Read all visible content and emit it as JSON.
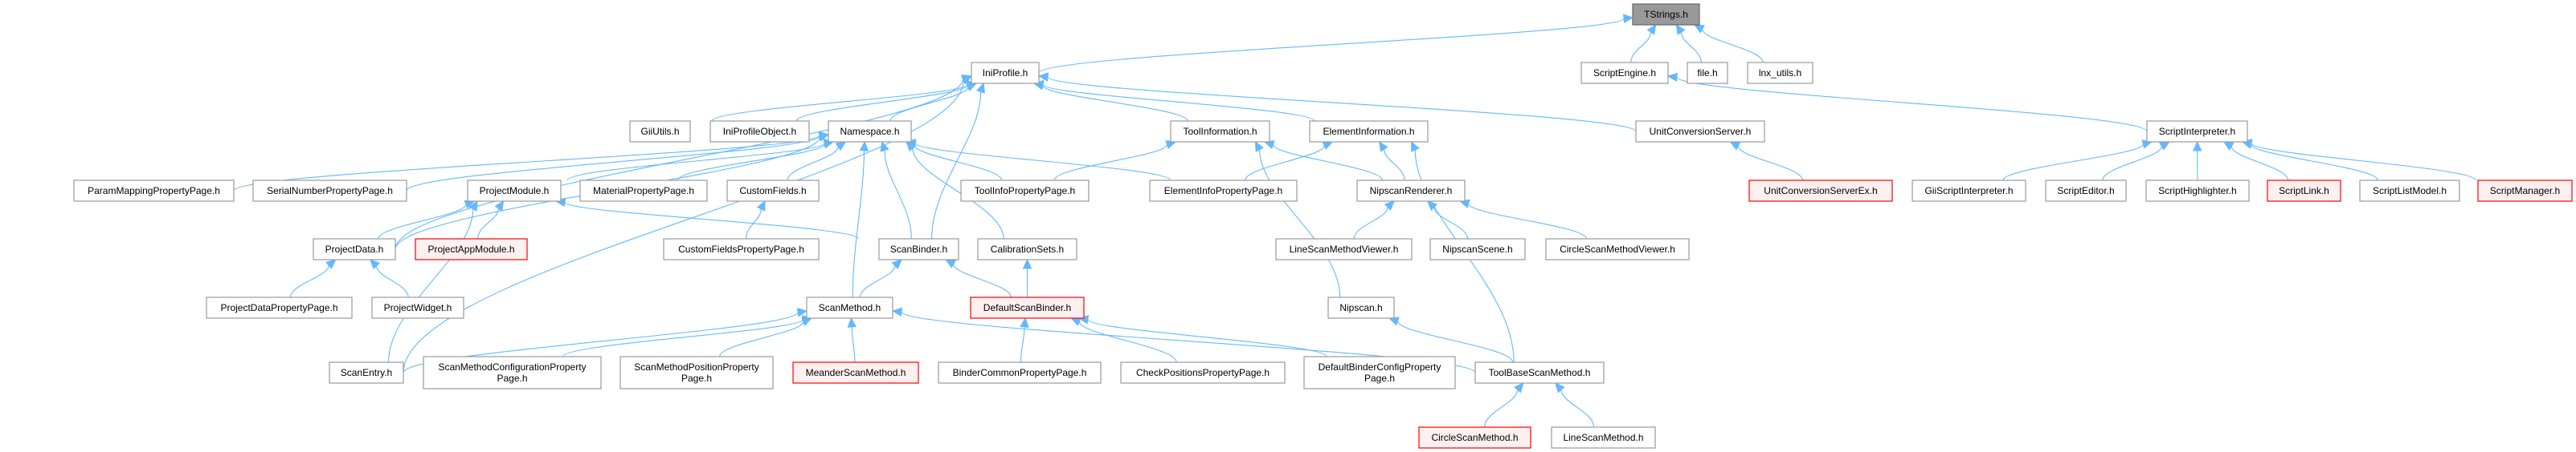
{
  "graph": {
    "title": "TStrings.h",
    "colors": {
      "edge": "#63b8ff",
      "node_border": "#999999",
      "node_fill": "#ffffff",
      "root_fill": "#999999",
      "root_border": "#666666",
      "truncated_border": "#ff0000",
      "truncated_fill": "#fff0f0"
    },
    "nodes": [
      {
        "id": "TStrings",
        "label": [
          "TStrings.h"
        ],
        "style": "root"
      },
      {
        "id": "IniProfile",
        "label": [
          "IniProfile.h"
        ]
      },
      {
        "id": "ScriptEngine",
        "label": [
          "ScriptEngine.h"
        ]
      },
      {
        "id": "file",
        "label": [
          "file.h"
        ]
      },
      {
        "id": "lnx_utils",
        "label": [
          "lnx_utils.h"
        ]
      },
      {
        "id": "GiiUtils",
        "label": [
          "GiiUtils.h"
        ]
      },
      {
        "id": "IniProfileObject",
        "label": [
          "IniProfileObject.h"
        ]
      },
      {
        "id": "Namespace",
        "label": [
          "Namespace.h"
        ]
      },
      {
        "id": "ToolInformation",
        "label": [
          "ToolInformation.h"
        ]
      },
      {
        "id": "ElementInformation",
        "label": [
          "ElementInformation.h"
        ]
      },
      {
        "id": "UnitConversionServer",
        "label": [
          "UnitConversionServer.h"
        ]
      },
      {
        "id": "ScriptInterpreter",
        "label": [
          "ScriptInterpreter.h"
        ]
      },
      {
        "id": "ParamMappingPropertyPage",
        "label": [
          "ParamMappingPropertyPage.h"
        ]
      },
      {
        "id": "SerialNumberPropertyPage",
        "label": [
          "SerialNumberPropertyPage.h"
        ]
      },
      {
        "id": "ProjectModule",
        "label": [
          "ProjectModule.h"
        ]
      },
      {
        "id": "MaterialPropertyPage",
        "label": [
          "MaterialPropertyPage.h"
        ]
      },
      {
        "id": "CustomFields",
        "label": [
          "CustomFields.h"
        ]
      },
      {
        "id": "ToolInfoPropertyPage",
        "label": [
          "ToolInfoPropertyPage.h"
        ]
      },
      {
        "id": "ElementInfoPropertyPage",
        "label": [
          "ElementInfoPropertyPage.h"
        ]
      },
      {
        "id": "NipscanRenderer",
        "label": [
          "NipscanRenderer.h"
        ]
      },
      {
        "id": "UnitConversionServerEx",
        "label": [
          "UnitConversionServerEx.h"
        ],
        "style": "truncated"
      },
      {
        "id": "GiiScriptInterpreter",
        "label": [
          "GiiScriptInterpreter.h"
        ]
      },
      {
        "id": "ScriptEditor",
        "label": [
          "ScriptEditor.h"
        ]
      },
      {
        "id": "ScriptHighlighter",
        "label": [
          "ScriptHighlighter.h"
        ]
      },
      {
        "id": "ScriptLink",
        "label": [
          "ScriptLink.h"
        ],
        "style": "truncated"
      },
      {
        "id": "ScriptListModel",
        "label": [
          "ScriptListModel.h"
        ]
      },
      {
        "id": "ScriptManager",
        "label": [
          "ScriptManager.h"
        ],
        "style": "truncated"
      },
      {
        "id": "ProjectData",
        "label": [
          "ProjectData.h"
        ]
      },
      {
        "id": "ProjectAppModule",
        "label": [
          "ProjectAppModule.h"
        ],
        "style": "truncated"
      },
      {
        "id": "CustomFieldsPropertyPage",
        "label": [
          "CustomFieldsPropertyPage.h"
        ]
      },
      {
        "id": "ScanBinder",
        "label": [
          "ScanBinder.h"
        ]
      },
      {
        "id": "CalibrationSets",
        "label": [
          "CalibrationSets.h"
        ]
      },
      {
        "id": "LineScanMethodViewer",
        "label": [
          "LineScanMethodViewer.h"
        ]
      },
      {
        "id": "NipscanScene",
        "label": [
          "NipscanScene.h"
        ]
      },
      {
        "id": "CircleScanMethodViewer",
        "label": [
          "CircleScanMethodViewer.h"
        ]
      },
      {
        "id": "ProjectDataPropertyPage",
        "label": [
          "ProjectDataPropertyPage.h"
        ]
      },
      {
        "id": "ProjectWidget",
        "label": [
          "ProjectWidget.h"
        ]
      },
      {
        "id": "ScanMethod",
        "label": [
          "ScanMethod.h"
        ]
      },
      {
        "id": "DefaultScanBinder",
        "label": [
          "DefaultScanBinder.h"
        ],
        "style": "truncated"
      },
      {
        "id": "Nipscan",
        "label": [
          "Nipscan.h"
        ]
      },
      {
        "id": "ScanEntry",
        "label": [
          "ScanEntry.h"
        ]
      },
      {
        "id": "ScanMethodConfigurationPropertyPage",
        "label": [
          "ScanMethodConfigurationProperty",
          "Page.h"
        ]
      },
      {
        "id": "ScanMethodPositionPropertyPage",
        "label": [
          "ScanMethodPositionProperty",
          "Page.h"
        ]
      },
      {
        "id": "MeanderScanMethod",
        "label": [
          "MeanderScanMethod.h"
        ],
        "style": "truncated"
      },
      {
        "id": "BinderCommonPropertyPage",
        "label": [
          "BinderCommonPropertyPage.h"
        ]
      },
      {
        "id": "CheckPositionsPropertyPage",
        "label": [
          "CheckPositionsPropertyPage.h"
        ]
      },
      {
        "id": "DefaultBinderConfigPropertyPage",
        "label": [
          "DefaultBinderConfigProperty",
          "Page.h"
        ]
      },
      {
        "id": "ToolBaseScanMethod",
        "label": [
          "ToolBaseScanMethod.h"
        ]
      },
      {
        "id": "CircleScanMethod",
        "label": [
          "CircleScanMethod.h"
        ],
        "style": "truncated"
      },
      {
        "id": "LineScanMethod",
        "label": [
          "LineScanMethod.h"
        ]
      }
    ],
    "edges": [
      [
        "IniProfile",
        "TStrings"
      ],
      [
        "ScriptEngine",
        "TStrings"
      ],
      [
        "file",
        "TStrings"
      ],
      [
        "lnx_utils",
        "TStrings"
      ],
      [
        "GiiUtils",
        "IniProfile"
      ],
      [
        "IniProfileObject",
        "IniProfile"
      ],
      [
        "Namespace",
        "IniProfile"
      ],
      [
        "ProjectData",
        "IniProfile"
      ],
      [
        "ScanEntry",
        "IniProfile"
      ],
      [
        "ToolInformation",
        "IniProfile"
      ],
      [
        "ElementInformation",
        "IniProfile"
      ],
      [
        "UnitConversionServer",
        "IniProfile"
      ],
      [
        "ScanBinder",
        "IniProfile"
      ],
      [
        "ScriptInterpreter",
        "ScriptEngine"
      ],
      [
        "ParamMappingPropertyPage",
        "Namespace"
      ],
      [
        "SerialNumberPropertyPage",
        "Namespace"
      ],
      [
        "ProjectModule",
        "Namespace"
      ],
      [
        "MaterialPropertyPage",
        "Namespace"
      ],
      [
        "CustomFields",
        "Namespace"
      ],
      [
        "ProjectData",
        "Namespace"
      ],
      [
        "ScanBinder",
        "Namespace"
      ],
      [
        "ScanMethod",
        "Namespace"
      ],
      [
        "CalibrationSets",
        "Namespace"
      ],
      [
        "ToolInfoPropertyPage",
        "Namespace"
      ],
      [
        "ElementInfoPropertyPage",
        "Namespace"
      ],
      [
        "ToolInfoPropertyPage",
        "ToolInformation"
      ],
      [
        "NipscanRenderer",
        "ToolInformation"
      ],
      [
        "Nipscan",
        "ToolInformation"
      ],
      [
        "ElementInfoPropertyPage",
        "ElementInformation"
      ],
      [
        "NipscanRenderer",
        "ElementInformation"
      ],
      [
        "ToolBaseScanMethod",
        "ElementInformation"
      ],
      [
        "UnitConversionServerEx",
        "UnitConversionServer"
      ],
      [
        "GiiScriptInterpreter",
        "ScriptInterpreter"
      ],
      [
        "ScriptEditor",
        "ScriptInterpreter"
      ],
      [
        "ScriptHighlighter",
        "ScriptInterpreter"
      ],
      [
        "ScriptLink",
        "ScriptInterpreter"
      ],
      [
        "ScriptListModel",
        "ScriptInterpreter"
      ],
      [
        "ScriptManager",
        "ScriptInterpreter"
      ],
      [
        "ProjectData",
        "ProjectModule"
      ],
      [
        "ProjectAppModule",
        "ProjectModule"
      ],
      [
        "ScanEntry",
        "ProjectModule"
      ],
      [
        "ScanBinder",
        "ProjectModule"
      ],
      [
        "CustomFieldsPropertyPage",
        "CustomFields"
      ],
      [
        "LineScanMethodViewer",
        "NipscanRenderer"
      ],
      [
        "NipscanScene",
        "NipscanRenderer"
      ],
      [
        "CircleScanMethodViewer",
        "NipscanRenderer"
      ],
      [
        "ProjectDataPropertyPage",
        "ProjectData"
      ],
      [
        "ProjectWidget",
        "ProjectData"
      ],
      [
        "ScanMethod",
        "ScanBinder"
      ],
      [
        "DefaultScanBinder",
        "ScanBinder"
      ],
      [
        "DefaultScanBinder",
        "CalibrationSets"
      ],
      [
        "ScanEntry",
        "ScanMethod"
      ],
      [
        "ScanMethodConfigurationPropertyPage",
        "ScanMethod"
      ],
      [
        "ScanMethodPositionPropertyPage",
        "ScanMethod"
      ],
      [
        "MeanderScanMethod",
        "ScanMethod"
      ],
      [
        "ToolBaseScanMethod",
        "ScanMethod"
      ],
      [
        "BinderCommonPropertyPage",
        "DefaultScanBinder"
      ],
      [
        "CheckPositionsPropertyPage",
        "DefaultScanBinder"
      ],
      [
        "DefaultBinderConfigPropertyPage",
        "DefaultScanBinder"
      ],
      [
        "ToolBaseScanMethod",
        "Nipscan"
      ],
      [
        "CircleScanMethod",
        "ToolBaseScanMethod"
      ],
      [
        "LineScanMethod",
        "ToolBaseScanMethod"
      ]
    ]
  }
}
